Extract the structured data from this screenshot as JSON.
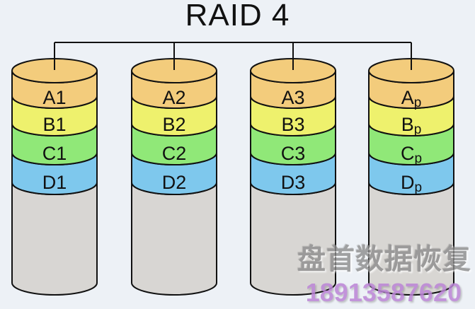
{
  "title": "RAID 4",
  "colors": {
    "background": "#edf1f6",
    "outline": "#111111",
    "stripe_a": "#f3cc7c",
    "stripe_b": "#eef16d",
    "stripe_c": "#90e878",
    "stripe_d": "#7ec8ed",
    "disk_body": "#d8d6d3",
    "watermark_text_color": "#8c8c8c",
    "watermark_phone_color": "#bb84d6"
  },
  "disks": [
    {
      "labels": [
        {
          "base": "A1",
          "sub": ""
        },
        {
          "base": "B1",
          "sub": ""
        },
        {
          "base": "C1",
          "sub": ""
        },
        {
          "base": "D1",
          "sub": ""
        }
      ]
    },
    {
      "labels": [
        {
          "base": "A2",
          "sub": ""
        },
        {
          "base": "B2",
          "sub": ""
        },
        {
          "base": "C2",
          "sub": ""
        },
        {
          "base": "D2",
          "sub": ""
        }
      ]
    },
    {
      "labels": [
        {
          "base": "A3",
          "sub": ""
        },
        {
          "base": "B3",
          "sub": ""
        },
        {
          "base": "C3",
          "sub": ""
        },
        {
          "base": "D3",
          "sub": ""
        }
      ]
    },
    {
      "labels": [
        {
          "base": "A",
          "sub": "p"
        },
        {
          "base": "B",
          "sub": "p"
        },
        {
          "base": "C",
          "sub": "p"
        },
        {
          "base": "D",
          "sub": "p"
        }
      ]
    }
  ],
  "watermark": {
    "line1": "盘首数据恢复",
    "line2": "18913587620"
  }
}
